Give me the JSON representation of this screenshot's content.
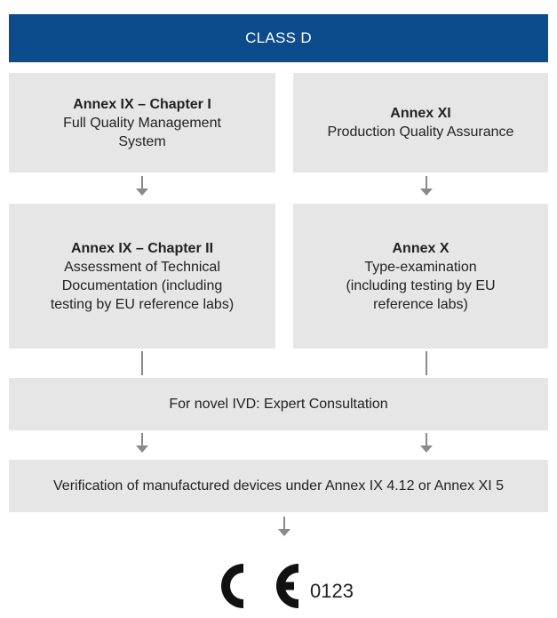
{
  "header": {
    "title": "CLASS D"
  },
  "boxes": {
    "annex_ix_ch1": {
      "title": "Annex IX – Chapter I",
      "body": "Full Quality Management\nSystem"
    },
    "annex_xi": {
      "title": "Annex XI",
      "body": "Production Quality Assurance"
    },
    "annex_ix_ch2": {
      "title": "Annex IX – Chapter II",
      "body": "Assessment of Technical\nDocumentation (including\ntesting by EU reference labs)"
    },
    "annex_x": {
      "title": "Annex X",
      "body": "Type-examination\n(including testing by EU\nreference labs)"
    },
    "expert": {
      "body": "For novel IVD: Expert Consultation"
    },
    "verification": {
      "body": "Verification of manufactured devices under Annex IX 4.12 or Annex XI 5"
    }
  },
  "ce_mark": {
    "number": "0123"
  }
}
